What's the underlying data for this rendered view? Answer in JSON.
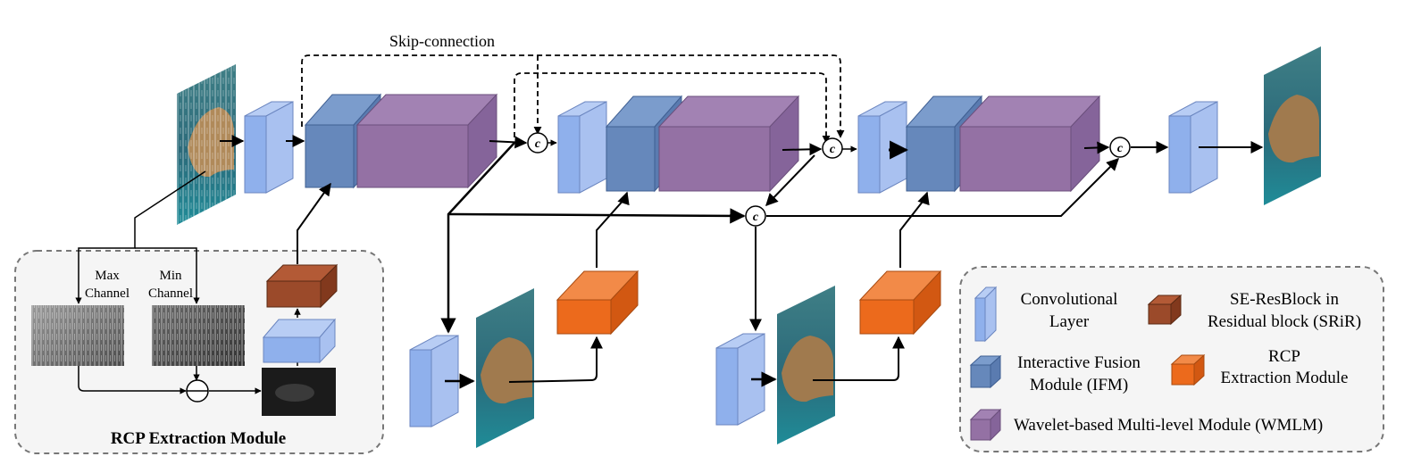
{
  "skip_label": "Skip-connection",
  "concat_symbol": "c",
  "rcp_module": {
    "title": "RCP Extraction Module",
    "max_label_1": "Max",
    "max_label_2": "Channel",
    "min_label_1": "Min",
    "min_label_2": "Channel"
  },
  "legend": {
    "conv_1": "Convolutional",
    "conv_2": "Layer",
    "srir_1": "SE-ResBlock in",
    "srir_2": "Residual block (SRiR)",
    "ifm_1": "Interactive Fusion",
    "ifm_2": "Module (IFM)",
    "rcp_1": "RCP",
    "rcp_2": "Extraction Module",
    "wmlm": "Wavelet-based Multi-level Module (WMLM)"
  },
  "colors": {
    "conv": "#8fb0ec",
    "ifm": "#6688bb",
    "wmlm": "#9471a4",
    "srir": "#9b4a2a",
    "rcp": "#ec6a1c"
  }
}
